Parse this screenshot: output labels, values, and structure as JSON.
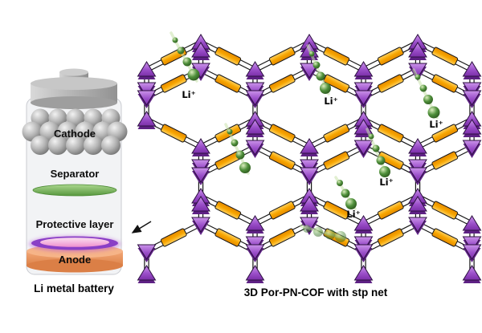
{
  "battery": {
    "cathode_label": "Cathode",
    "separator_label": "Separator",
    "protective_label": "Protective layer",
    "anode_label": "Anode",
    "caption": "Li metal battery"
  },
  "network": {
    "caption": "3D Por-PN-COF with stp net",
    "li_label": "Li⁺"
  },
  "colors": {
    "node_purple": "#9a4ec9",
    "node_purple_dark": "#5e2184",
    "node_purple_light": "#cb93ea",
    "linker_yellow": "#f7a600",
    "ion_green": "#4e8f3a",
    "separator_green": "#6faf4e",
    "anode_orange": "#ef9d66",
    "protective_pink": "#ee8fce",
    "protective_purple": "#8a3fc6"
  }
}
